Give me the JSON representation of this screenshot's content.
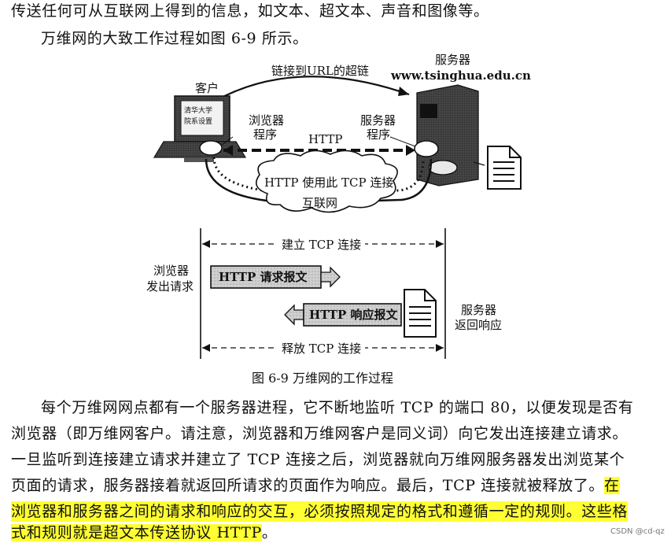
{
  "text": {
    "top_line1": "传送任何可从互联网上得到的信息，如文本、超文本、声音和图像等。",
    "top_line2": "万维网的大致工作过程如图 6-9 所示。",
    "caption": "图 6-9   万维网的工作过程",
    "para": [
      "每个万维网网点都有一个服务器进程，它不断地监听 TCP 的端口 80，以便发现是否有",
      "浏览器（即万维网客户。请注意，浏览器和万维网客户是同义词）向它发出连接建立请求。",
      "一旦监听到连接建立请求并建立了 TCP 连接之后，浏览器就向万维网服务器发出浏览某个"
    ],
    "para4_plain": "页面的请求，服务器接着就返回所请求的页面作为响应。最后，TCP 连接就被释放了。",
    "para4_hl": "在",
    "para5_hl": "浏览器和服务器之间的请求和响应的交互，必须按照规定的格式和遵循一定的规则。这些格",
    "para6_hl": "式和规则就是超文本传送协议 HTTP",
    "para6_plain": "。",
    "watermark": "CSDN @cd-qz"
  },
  "diagram": {
    "server_title": "服务器",
    "server_domain": "www.tsinghua.edu.cn",
    "hyperlink": "链接到URL的超链",
    "client": "客户",
    "screen_line1": "清华大学",
    "screen_line2": "院系设置",
    "browser_line1": "浏览器",
    "browser_line2": "程序",
    "server_prog_line1": "服务器",
    "server_prog_line2": "程序",
    "http": "HTTP",
    "tcp_use": "HTTP 使用此 TCP 连接",
    "internet": "互联网",
    "build_tcp": "建立 TCP 连接",
    "browser_req_line1": "浏览器",
    "browser_req_line2": "发出请求",
    "http_request": "HTTP 请求报文",
    "http_response": "HTTP 响应报文",
    "server_resp_line1": "服务器",
    "server_resp_line2": "返回响应",
    "release_tcp": "释放 TCP 连接"
  }
}
